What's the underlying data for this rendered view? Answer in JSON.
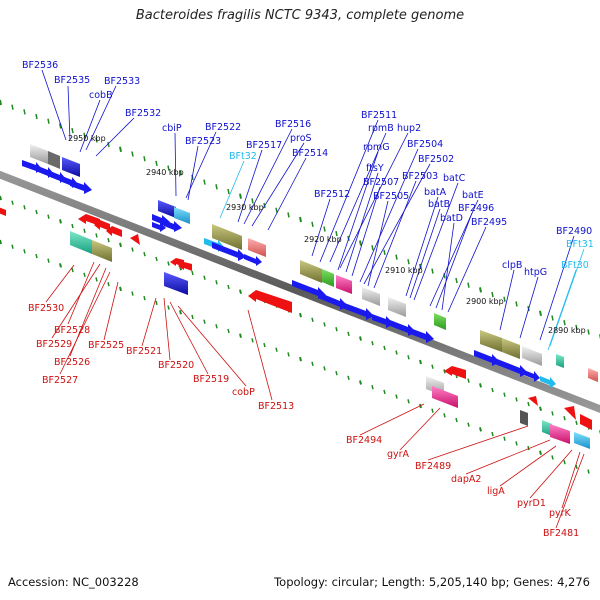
{
  "title": "Bacteroides fragilis NCTC 9343, complete genome",
  "footer": {
    "accession": "Accession: NC_003228",
    "summary": "Topology: circular; Length: 5,205,140 bp; Genes: 4,276"
  },
  "colors": {
    "top_strand_label": "#1010cc",
    "trna_label": "#22bbee",
    "bottom_strand_label": "#cc1010",
    "top_arrow": "#1a1aee",
    "bottom_arrow": "#ee1111",
    "backbone": "#6a6a6a",
    "tick": "#228822"
  },
  "kbp_labels": [
    "2950 kbp",
    "2940 kbp",
    "2930 kbp",
    "2920 kbp",
    "2910 kbp",
    "2900 kbp",
    "2890 kbp"
  ],
  "top_labels": [
    "BF2536",
    "BF2535",
    "cobB",
    "BF2533",
    "BF2532",
    "cbiP",
    "BF2522",
    "BF2523",
    "BF2517",
    "BFt32",
    "BF2516",
    "proS",
    "BF2514",
    "BF2512",
    "BF2511",
    "rpmB",
    "hup2",
    "rpmG",
    "ftsY",
    "BF2507",
    "BF2504",
    "BF2502",
    "BF2505",
    "BF2503",
    "batC",
    "batA",
    "batB",
    "batE",
    "BF2496",
    "batD",
    "BF2495",
    "BF2490",
    "BFt31",
    "clpB",
    "htpG",
    "BFt30"
  ],
  "bottom_labels": [
    "BF2530",
    "BF2528",
    "BF2529",
    "BF2526",
    "BF2525",
    "BF2527",
    "BF2521",
    "BF2520",
    "BF2519",
    "cobP",
    "BF2513",
    "BF2494",
    "gyrA",
    "BF2489",
    "dapA2",
    "ligA",
    "pyrD1",
    "pyrK",
    "BF2481"
  ]
}
